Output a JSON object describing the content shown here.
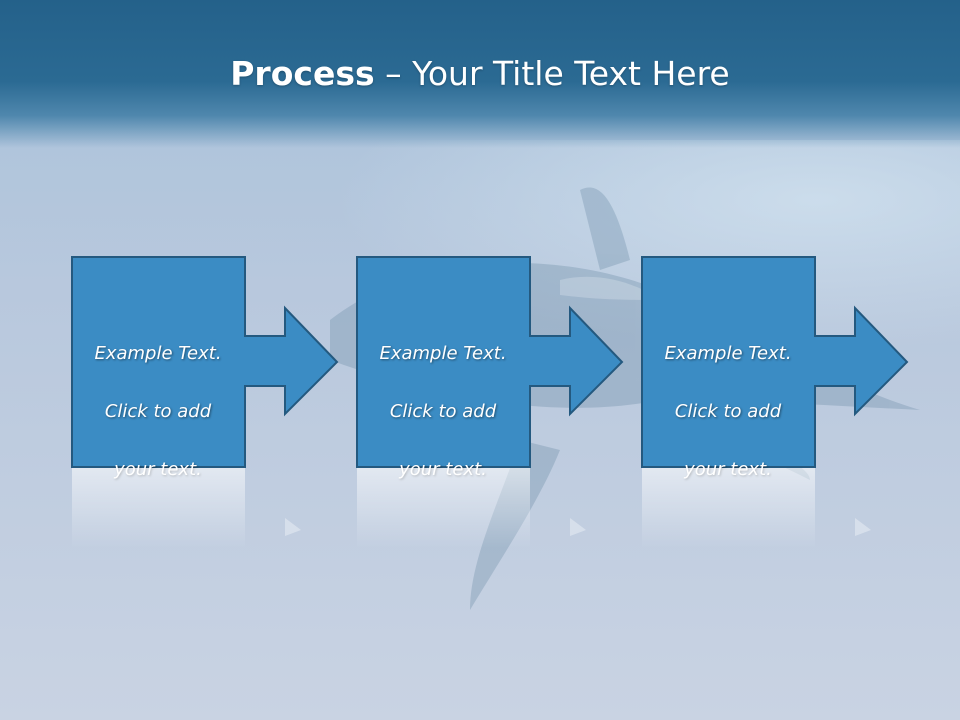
{
  "slide": {
    "title_bold": "Process",
    "title_rest": " – Your Title Text Here"
  },
  "steps": [
    {
      "line1": "Example Text.",
      "line2": "Click  to add",
      "line3": "your text."
    },
    {
      "line1": "Example Text.",
      "line2": "Click  to add",
      "line3": "your text."
    },
    {
      "line1": "Example Text.",
      "line2": "Click  to add",
      "line3": "your text."
    }
  ],
  "colors": {
    "header": "#2b6a93",
    "box_fill": "#3b8cc4",
    "box_stroke": "#24597f",
    "text": "#ffffff"
  }
}
